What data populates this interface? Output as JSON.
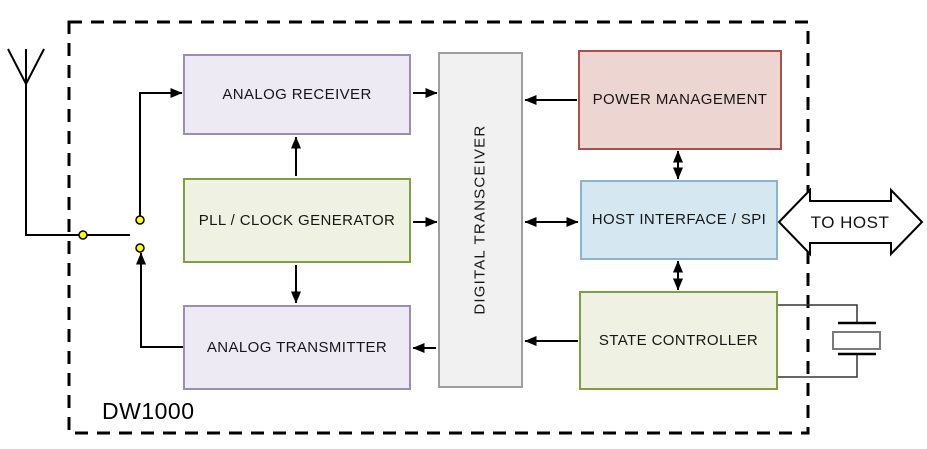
{
  "diagram": {
    "chip_name": "DW1000",
    "to_host_label": "TO HOST",
    "blocks": {
      "analog_receiver": {
        "label": "ANALOG RECEIVER",
        "fill": "#EDEAF4",
        "stroke": "#9C8BBB"
      },
      "pll_clock_generator": {
        "label": "PLL / CLOCK GENERATOR",
        "fill": "#EFF2E2",
        "stroke": "#7FA03F"
      },
      "analog_transmitter": {
        "label": "ANALOG TRANSMITTER",
        "fill": "#EDEAF4",
        "stroke": "#9C8BBB"
      },
      "digital_transceiver": {
        "label": "DIGITAL TRANSCEIVER",
        "fill": "#F1F1F1",
        "stroke": "#9E9E9E"
      },
      "power_management": {
        "label": "POWER MANAGEMENT",
        "fill": "#EDD5D2",
        "stroke": "#AA4F4B"
      },
      "host_interface_spi": {
        "label": "HOST INTERFACE / SPI",
        "fill": "#D5E8F2",
        "stroke": "#8AB3CE"
      },
      "state_controller": {
        "label": "STATE CONTROLLER",
        "fill": "#EFF2E2",
        "stroke": "#7FA03F"
      }
    },
    "symbols": {
      "antenna": "antenna",
      "rf_switch": "rf-switch (yellow contacts)",
      "crystal": "crystal-oscillator",
      "boundary": "dashed chip boundary"
    },
    "colors": {
      "connector": "#000000",
      "switch_contact": "#FFFF00",
      "boundary_dash": "#000000",
      "block_arrow_fill": "#FFFFFF"
    },
    "connections": [
      {
        "from": "antenna",
        "to": "rf_switch",
        "style": "line"
      },
      {
        "from": "rf_switch",
        "to": "analog_receiver",
        "style": "arrow"
      },
      {
        "from": "analog_receiver",
        "to": "digital_transceiver",
        "style": "arrow"
      },
      {
        "from": "pll_clock_generator",
        "to": "analog_receiver",
        "style": "arrow"
      },
      {
        "from": "pll_clock_generator",
        "to": "analog_transmitter",
        "style": "arrow"
      },
      {
        "from": "pll_clock_generator",
        "to": "digital_transceiver",
        "style": "arrow"
      },
      {
        "from": "digital_transceiver",
        "to": "analog_transmitter",
        "style": "arrow"
      },
      {
        "from": "analog_transmitter",
        "to": "rf_switch",
        "style": "arrow"
      },
      {
        "from": "power_management",
        "to": "digital_transceiver",
        "style": "arrow"
      },
      {
        "from": "digital_transceiver",
        "to": "host_interface_spi",
        "style": "double-arrow"
      },
      {
        "from": "state_controller",
        "to": "digital_transceiver",
        "style": "arrow"
      },
      {
        "from": "power_management",
        "to": "host_interface_spi",
        "style": "double-arrow"
      },
      {
        "from": "host_interface_spi",
        "to": "state_controller",
        "style": "double-arrow"
      },
      {
        "from": "host_interface_spi",
        "to": "host",
        "style": "block-arrow-bidirectional"
      },
      {
        "from": "state_controller",
        "to": "crystal",
        "style": "loop"
      }
    ]
  }
}
